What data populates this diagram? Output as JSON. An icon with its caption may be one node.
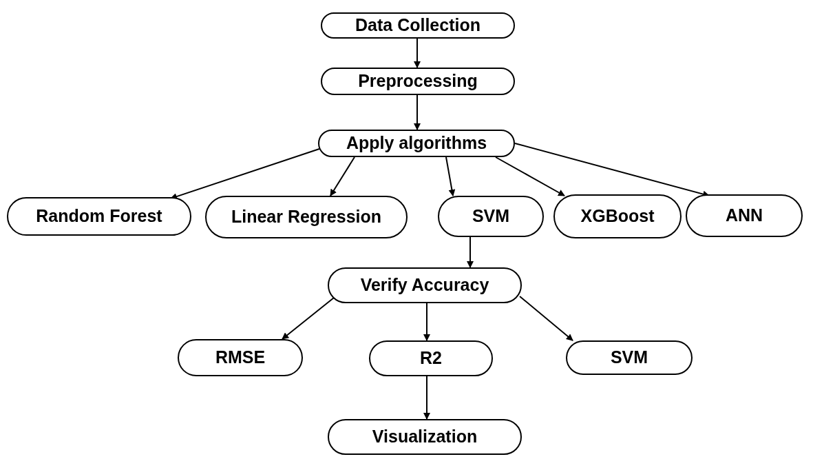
{
  "diagram": {
    "nodes": [
      {
        "text": [
          "Data Collection"
        ]
      },
      {
        "text": [
          "Preprocessing"
        ]
      },
      {
        "text": [
          "Apply algorithms"
        ]
      },
      {
        "text": [
          "Random Forest"
        ]
      },
      {
        "text": [
          "Linear Regression"
        ]
      },
      {
        "text": [
          "SVM"
        ]
      },
      {
        "text": [
          "XGBoost"
        ]
      },
      {
        "text": [
          "ANN"
        ]
      },
      {
        "text": [
          "Verify Accuracy"
        ]
      },
      {
        "text": [
          "RMSE"
        ]
      },
      {
        "text": [
          "R2"
        ]
      },
      {
        "text": [
          "SVM"
        ]
      },
      {
        "text": [
          "Visualization"
        ]
      }
    ],
    "edges": [
      {
        "from": 0,
        "to": 1,
        "arrow": "to"
      },
      {
        "from": 1,
        "to": 2,
        "arrow": "to"
      },
      {
        "from": 2,
        "to": 3,
        "arrow": "to"
      },
      {
        "from": 2,
        "to": 4,
        "arrow": "to"
      },
      {
        "from": 2,
        "to": 5,
        "arrow": "to"
      },
      {
        "from": 2,
        "to": 6,
        "arrow": "to"
      },
      {
        "from": 2,
        "to": 7,
        "arrow": "to"
      },
      {
        "from": 5,
        "to": 8,
        "arrow": "to"
      },
      {
        "from": 8,
        "to": 9,
        "arrow": "to"
      },
      {
        "from": 8,
        "to": 10,
        "arrow": "to"
      },
      {
        "from": 8,
        "to": 11,
        "arrow": "to"
      },
      {
        "from": 10,
        "to": 12,
        "arrow": "to"
      }
    ]
  }
}
